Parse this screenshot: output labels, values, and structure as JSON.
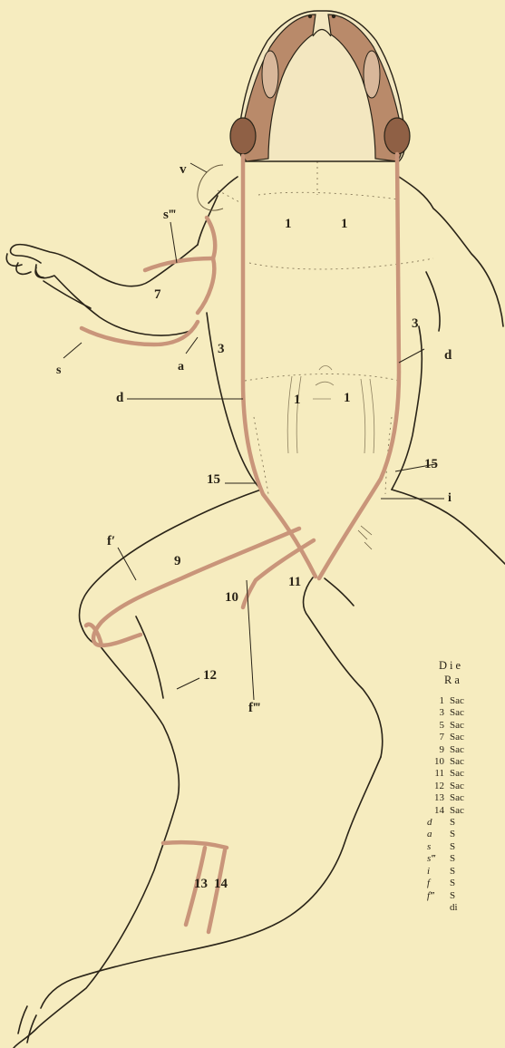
{
  "figure": {
    "labels": {
      "v": "v",
      "s3_upper": "s‴",
      "n1_chest_left": "1",
      "n1_chest_right": "1",
      "n7": "7",
      "n3_left": "3",
      "n3_right": "3",
      "d_right": "d",
      "s_arm": "s",
      "a": "a",
      "d_left": "d",
      "n1_belly_left": "1",
      "n1_belly_right": "1",
      "n15_left": "15",
      "n15_right": "15",
      "i": "i",
      "f1": "f′",
      "n9": "9",
      "n10": "10",
      "n11": "11",
      "f3": "f‴",
      "n12": "12",
      "n13": "13",
      "n14": "14"
    },
    "caption": {
      "title_line1": "Die",
      "title_line2": "Ra",
      "legend": [
        {
          "key": "1",
          "text": "Sac"
        },
        {
          "key": "3",
          "text": "Sac"
        },
        {
          "key": "5",
          "text": "Sac"
        },
        {
          "key": "7",
          "text": "Sac"
        },
        {
          "key": "9",
          "text": "Sac"
        },
        {
          "key": "10",
          "text": "Sac"
        },
        {
          "key": "11",
          "text": "Sac"
        },
        {
          "key": "12",
          "text": "Sac"
        },
        {
          "key": "13",
          "text": "Sac"
        },
        {
          "key": "14",
          "text": "Sac"
        },
        {
          "key": "d",
          "text": "S"
        },
        {
          "key": "a",
          "text": "S"
        },
        {
          "key": "s",
          "text": "S"
        },
        {
          "key": "s‴",
          "text": "S"
        },
        {
          "key": "i",
          "text": "S"
        },
        {
          "key": "f",
          "text": "S"
        },
        {
          "key": "f‴",
          "text": "S"
        },
        {
          "key": "",
          "text": "di"
        }
      ]
    },
    "colors": {
      "background": "#f6ecbf",
      "septum": "#c9957a",
      "head_fill": "#b98a6a",
      "outline": "#2a2418"
    }
  }
}
